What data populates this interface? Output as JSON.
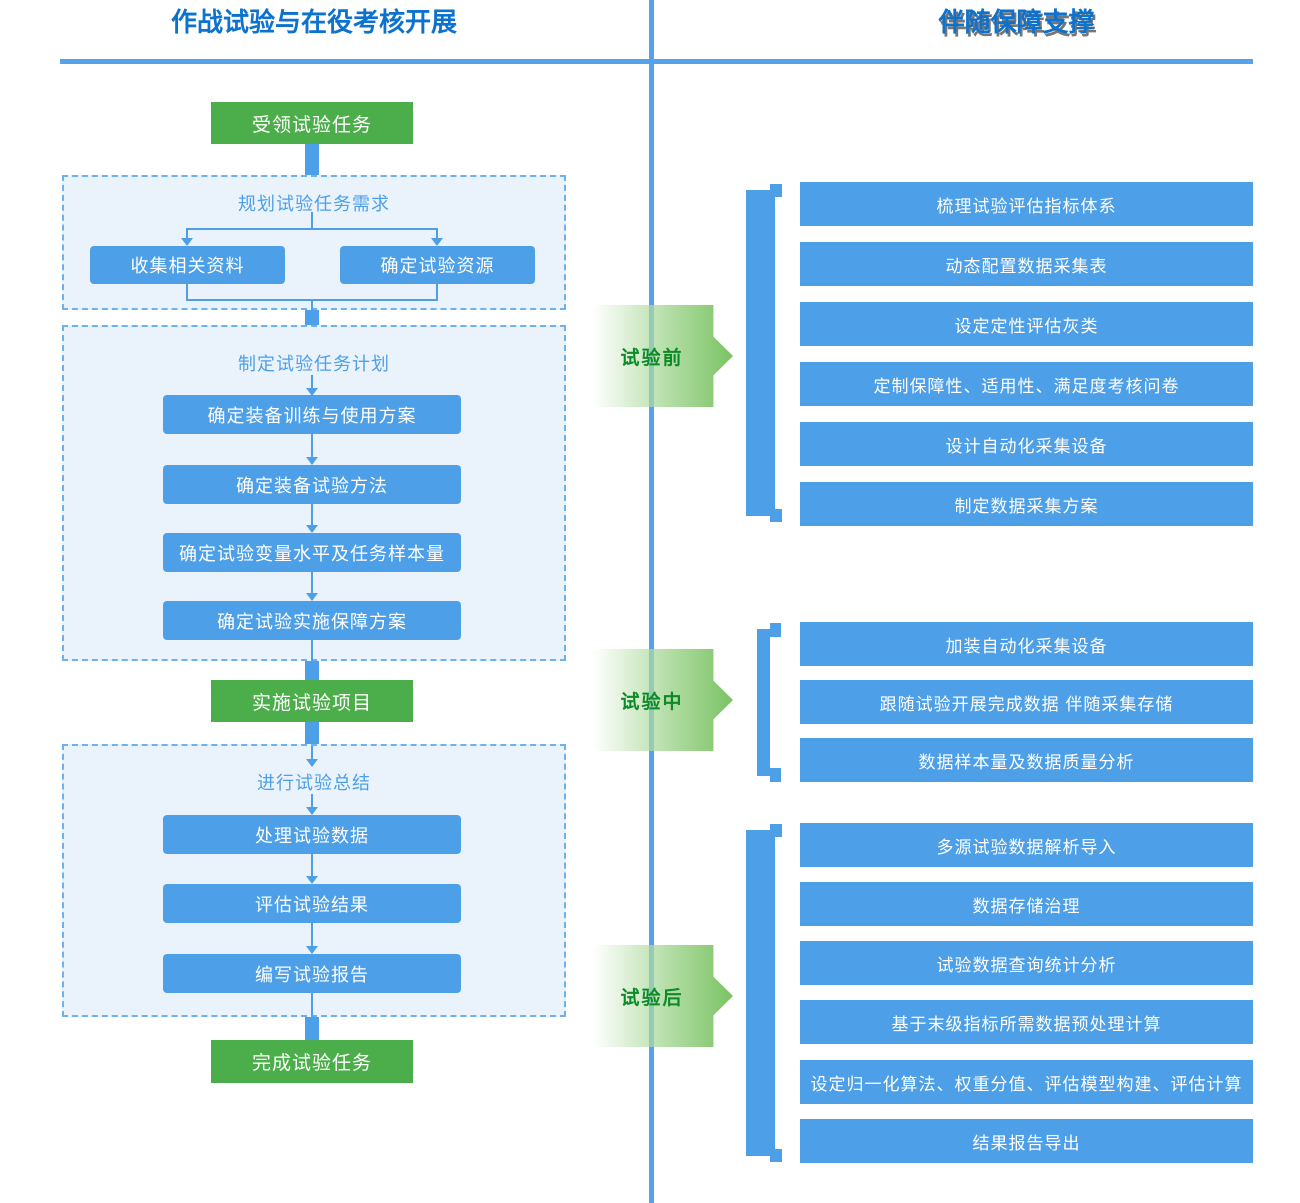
{
  "header": {
    "left_title": "作战试验与在役考核开展",
    "right_title": "伴随保障支撑"
  },
  "colors": {
    "box_blue": "#4D9FE8",
    "node_green": "#4CAE4A",
    "title_blue": "#0C72CE",
    "line_blue": "#55A1EB",
    "stage_text_green": "#0F8A28",
    "panel_fill": "#EAF3FC"
  },
  "flow": {
    "start": "受领试验任务",
    "plan_phase": {
      "label": "规划试验任务需求",
      "items": [
        "收集相关资料",
        "确定试验资源"
      ]
    },
    "make_plan_phase": {
      "label": "制定试验任务计划",
      "items": [
        "确定装备训练与使用方案",
        "确定装备试验方法",
        "确定试验变量水平及任务样本量",
        "确定试验实施保障方案"
      ]
    },
    "implement": "实施试验项目",
    "summary_phase": {
      "label": "进行试验总结",
      "items": [
        "处理试验数据",
        "评估试验结果",
        "编写试验报告"
      ]
    },
    "finish": "完成试验任务"
  },
  "support": {
    "groups": [
      {
        "stage": "试验前",
        "items": [
          "梳理试验评估指标体系",
          "动态配置数据采集表",
          "设定定性评估灰类",
          "定制保障性、适用性、满足度考核问卷",
          "设计自动化采集设备",
          "制定数据采集方案"
        ]
      },
      {
        "stage": "试验中",
        "items": [
          "加装自动化采集设备",
          "跟随试验开展完成数据 伴随采集存储",
          "数据样本量及数据质量分析"
        ]
      },
      {
        "stage": "试验后",
        "items": [
          "多源试验数据解析导入",
          "数据存储治理",
          "试验数据查询统计分析",
          "基于末级指标所需数据预处理计算",
          "设定归一化算法、权重分值、评估模型构建、评估计算",
          "结果报告导出"
        ]
      }
    ]
  }
}
